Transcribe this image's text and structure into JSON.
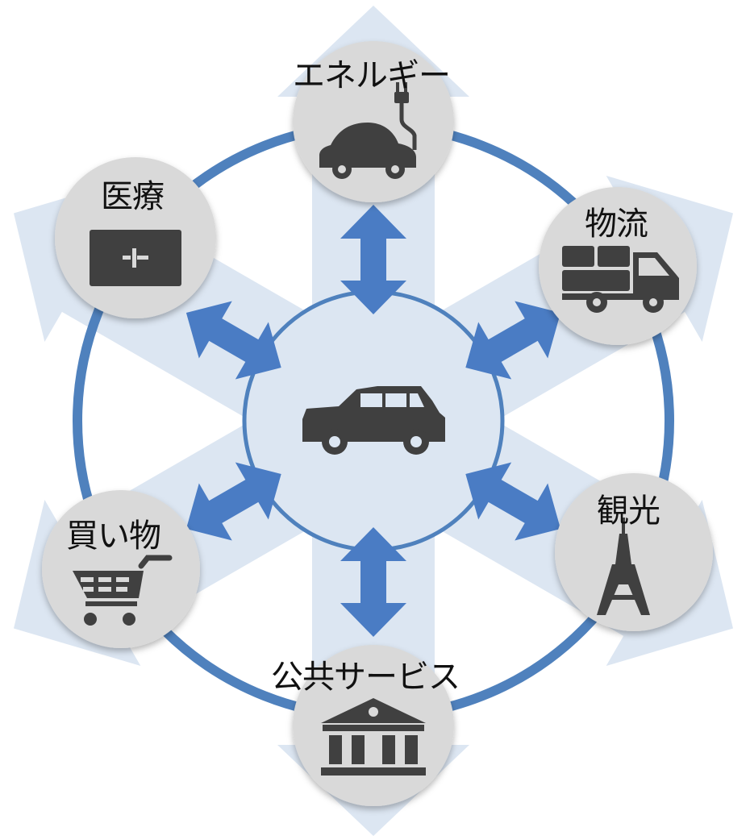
{
  "colors": {
    "background_arrow": "#DCE6F2",
    "ring": "#4F81BD",
    "link_arrow": "#4A7CC4",
    "hub_fill": "#DCE6F2",
    "node_fill": "#D9D9D9",
    "icon": "#404040"
  },
  "hub": {
    "icon": "car-icon"
  },
  "nodes": [
    {
      "id": "energy",
      "label": "エネルギー",
      "icon": "electric-car-icon"
    },
    {
      "id": "logistics",
      "label": "物流",
      "icon": "truck-icon"
    },
    {
      "id": "tourism",
      "label": "観光",
      "icon": "tower-icon"
    },
    {
      "id": "public",
      "label": "公共サービス",
      "icon": "government-building-icon"
    },
    {
      "id": "shopping",
      "label": "買い物",
      "icon": "shopping-cart-icon"
    },
    {
      "id": "medical",
      "label": "医療",
      "icon": "medical-bag-icon"
    }
  ]
}
